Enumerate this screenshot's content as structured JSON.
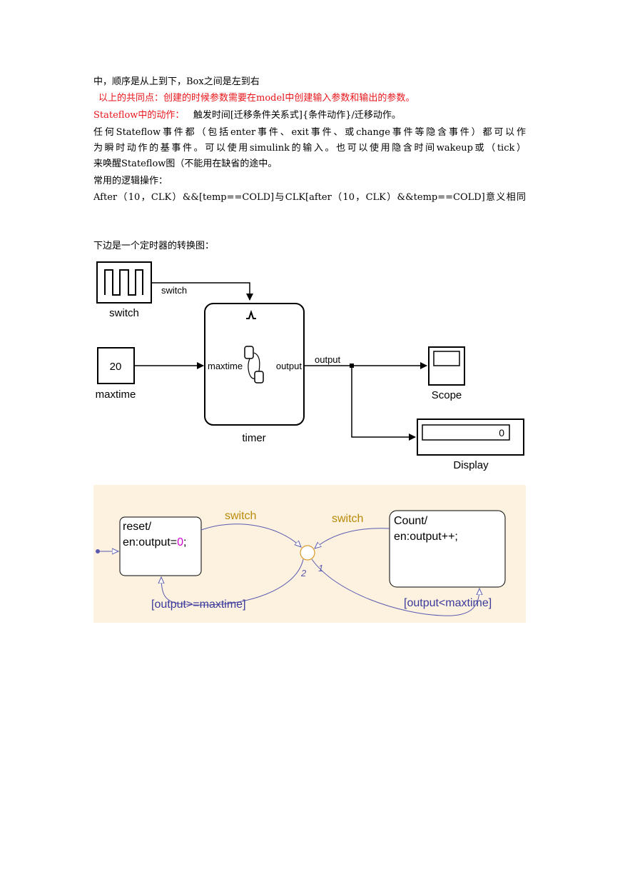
{
  "paragraphs": {
    "p1": "中，顺序是从上到下，Box之间是左到右",
    "p2": "以上的共同点：创建的时候参数需要在model中创建输入参数和输出的参数。",
    "p3_red": "Stateflow中的动作：",
    "p3_rest": "触发时间[迁移条件关系式]{条件动作}/迁移动作。",
    "p4": "任何Stateflow事件都（包括enter事件、exit事件、或change事件等隐含事件）都可以作",
    "p5": "为瞬时动作的基事件。可以使用simulink的输入。也可以使用隐含时间wakeup或（tick）",
    "p6": "来唤醒Stateflow图（不能用在缺省的途中。",
    "p7": "常用的逻辑操作：",
    "p8": "After（10，CLK）&&[temp==COLD]与CLK[after（10，CLK）&&temp==COLD]意义相同",
    "p9": "下边是一个定时器的转换图："
  },
  "simulink": {
    "switch_block_label": "switch",
    "switch_signal_label": "switch",
    "constant_value": "20",
    "constant_label": "maxtime",
    "chart_in_port": "maxtime",
    "chart_out_port": "output",
    "chart_label": "timer",
    "output_signal_label": "output",
    "scope_label": "Scope",
    "display_value": "0",
    "display_label": "Display"
  },
  "stateflow": {
    "reset_line1": "reset/",
    "reset_line2_prefix": "en:output=",
    "reset_line2_value": "0",
    "reset_line2_suffix": ";",
    "count_line1": "Count/",
    "count_line2": "en:output++;",
    "switch_label_left": "switch",
    "switch_label_right": "switch",
    "cond_left": "[output>=maxtime]",
    "cond_right": "[output<maxtime]",
    "order_2": "2",
    "order_1": "1"
  },
  "colors": {
    "red_text": "#e8161b",
    "stateflow_bg": "#fdf2e0",
    "event_label": "#b98a0a",
    "condition_label": "#3a3a9a",
    "transition_line": "#5a5ab0",
    "junction": "#d99a2b",
    "zero_value": "#d000d0"
  }
}
